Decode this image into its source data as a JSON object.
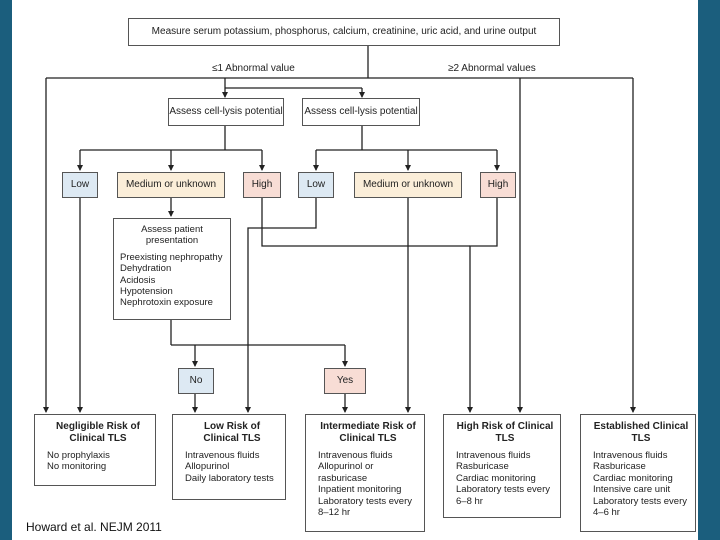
{
  "top_box": "Measure serum potassium, phosphorus, calcium, creatinine, uric acid, and urine output",
  "branch_labels": {
    "left": "≤1 Abnormal value",
    "right": "≥2 Abnormal values"
  },
  "assess_boxes": [
    "Assess cell-lysis potential",
    "Assess cell-lysis potential"
  ],
  "risk_levels": [
    "Low",
    "Medium or unknown",
    "High",
    "Low",
    "Medium or unknown",
    "High"
  ],
  "patient_box": {
    "title": "Assess patient presentation",
    "items": [
      "Preexisting nephropathy",
      "Dehydration",
      "Acidosis",
      "Hypotension",
      "Nephrotoxin exposure"
    ]
  },
  "decision": {
    "no": "No",
    "yes": "Yes"
  },
  "outcomes": [
    {
      "title": "Negligible Risk of Clinical TLS",
      "items": [
        "No prophylaxis",
        "No monitoring"
      ]
    },
    {
      "title": "Low Risk of Clinical TLS",
      "items": [
        "Intravenous fluids",
        "Allopurinol",
        "Daily laboratory tests"
      ]
    },
    {
      "title": "Intermediate Risk of Clinical TLS",
      "items": [
        "Intravenous fluids",
        "Allopurinol or rasburicase",
        "Inpatient monitoring",
        "Laboratory tests every 8–12 hr"
      ]
    },
    {
      "title": "High Risk of Clinical TLS",
      "items": [
        "Intravenous fluids",
        "Rasburicase",
        "Cardiac monitoring",
        "Laboratory tests every 6–8 hr"
      ]
    },
    {
      "title": "Established Clinical TLS",
      "items": [
        "Intravenous fluids",
        "Rasburicase",
        "Cardiac monitoring",
        "Intensive care unit",
        "Laboratory tests every 4–6 hr"
      ]
    }
  ],
  "citation": "Howard et al. NEJM 2011"
}
